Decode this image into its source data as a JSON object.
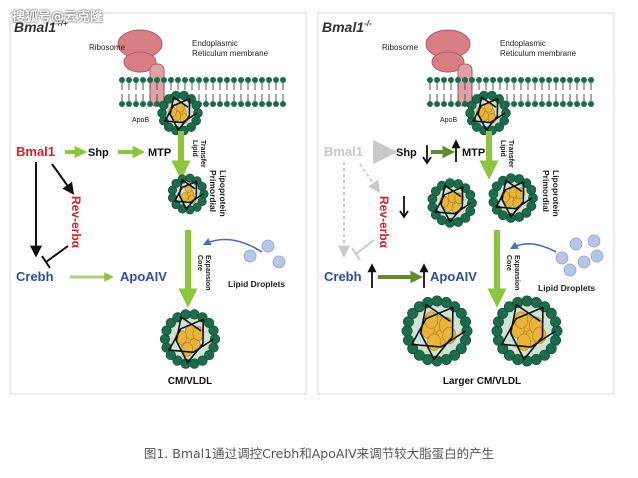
{
  "watermark": "搜狐号@云克隆",
  "caption": "图1. Bmal1通过调控Crebh和ApoAIV来调节较大脂蛋白的产生",
  "panels": {
    "left": {
      "title": "Bmal1",
      "title_sup": "+/+",
      "ribosome": "Ribosome",
      "membrane_1": "Endoplasmic",
      "membrane_2": "Reticulum membrane",
      "apob": "ApoB",
      "bmal1": "Bmal1",
      "shp": "Shp",
      "mtp": "MTP",
      "lipid_transfer_1": "Lipid",
      "lipid_transfer_2": "Transfer",
      "primordial_1": "Primordial",
      "primordial_2": "Lipoprotein",
      "reverba": "Rev-erbα",
      "crebh": "Crebh",
      "apoaiv": "ApoAIV",
      "core_1": "Core",
      "core_2": "Expansion",
      "lipid_droplets": "Lipid Droplets",
      "product": "CM/VLDL"
    },
    "right": {
      "title": "Bmal1",
      "title_sup": "-/-",
      "ribosome": "Ribosome",
      "membrane_1": "Endoplasmic",
      "membrane_2": "Reticulum membrane",
      "apob": "ApoB",
      "bmal1": "Bmal1",
      "shp": "Shp",
      "mtp": "MTP",
      "lipid_transfer_1": "Lipid",
      "lipid_transfer_2": "Transfer",
      "primordial_1": "Primordial",
      "primordial_2": "Lipoprotein",
      "reverba": "Rev-erbα",
      "crebh": "Crebh",
      "apoaiv": "ApoAIV",
      "core_1": "Core",
      "core_2": "Expansion",
      "lipid_droplets": "Lipid Droplets",
      "product": "Larger CM/VLDL"
    }
  },
  "colors": {
    "red": "#d4202a",
    "blue": "#2f4f9c",
    "green_arrow": "#8cc63f",
    "dark_green_arrow": "#5f8a2e",
    "faded": "#c8c8c8",
    "particle_shell": "#1d6b4c",
    "particle_core": "#e9b43a",
    "ribosome": "#d87f86",
    "droplet": "#b8c6e6"
  }
}
